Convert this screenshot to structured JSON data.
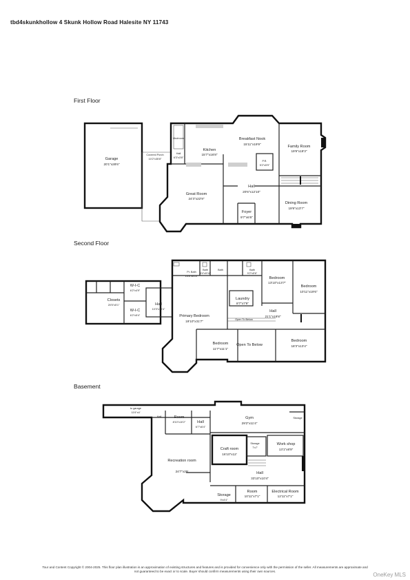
{
  "header": {
    "title": "tbd4skunkhollow  4 Skunk Hollow Road Halesite NY 11743"
  },
  "floors": {
    "first": {
      "label": "First Floor",
      "rooms": [
        {
          "id": "garage",
          "name": "Garage",
          "dims": "20'1\"x28'6\""
        },
        {
          "id": "covered-porch",
          "name": "Covered Porch",
          "dims": "10'2\"x35'8\""
        },
        {
          "id": "mudroom",
          "name": "Mudroom",
          "dims": ""
        },
        {
          "id": "hall-small",
          "name": "Hall",
          "dims": "6'3\"x3'8\""
        },
        {
          "id": "kitchen",
          "name": "Kitchen",
          "dims": "15'7\"x16'8\""
        },
        {
          "id": "breakfast-nook",
          "name": "Breakfast Nook",
          "dims": "15'11\"x19'9\""
        },
        {
          "id": "pr",
          "name": "P.R.",
          "dims": "5'2\"x5'9\""
        },
        {
          "id": "family-room",
          "name": "Family Room",
          "dims": "19'9\"x19'3\""
        },
        {
          "id": "great-room",
          "name": "Great Room",
          "dims": "24'3\"x22'9\""
        },
        {
          "id": "hall",
          "name": "Hall",
          "dims": "20'6\"x12'10\""
        },
        {
          "id": "dining-room",
          "name": "Dining Room",
          "dims": "19'9\"x13'7\""
        },
        {
          "id": "foyer",
          "name": "Foyer",
          "dims": "9'7\"x6'6\""
        }
      ]
    },
    "second": {
      "label": "Second Floor",
      "rooms": [
        {
          "id": "wic-1",
          "name": "W-I-C",
          "dims": "6'2\"x4'9\""
        },
        {
          "id": "closets",
          "name": "Closets",
          "dims": "20'5\"x5'1\""
        },
        {
          "id": "wic-2",
          "name": "W-I-C",
          "dims": "6'2\"x5'4\""
        },
        {
          "id": "hall-2a",
          "name": "Hall",
          "dims": "10'3\"x10'4\""
        },
        {
          "id": "pr-bath",
          "name": "Pr. Bath",
          "dims": "14'8\"x8'10\""
        },
        {
          "id": "bath-a",
          "name": "Bath",
          "dims": "8'4\"x5'11\""
        },
        {
          "id": "bath-b",
          "name": "Bath",
          "dims": ""
        },
        {
          "id": "bath-c",
          "name": "Bath",
          "dims": "9'2\"x5'6\""
        },
        {
          "id": "primary-bedroom",
          "name": "Primary Bedroom",
          "dims": "19'10\"x31'7\""
        },
        {
          "id": "laundry",
          "name": "Laundry",
          "dims": "8'7\"x7'9\""
        },
        {
          "id": "bedroom-1",
          "name": "Bedroom",
          "dims": "13'10\"x13'7\""
        },
        {
          "id": "bedroom-2",
          "name": "Bedroom",
          "dims": "10'11\"x19'6\""
        },
        {
          "id": "hall-2b",
          "name": "Hall",
          "dims": "21'1\"x19'8\""
        },
        {
          "id": "open-below-1",
          "name": "Open To Below",
          "dims": ""
        },
        {
          "id": "bedroom-3",
          "name": "Bedroom",
          "dims": "11'7\"x11'1\""
        },
        {
          "id": "open-below-2",
          "name": "Open To Below",
          "dims": ""
        },
        {
          "id": "bedroom-4",
          "name": "Bedroom",
          "dims": "18'3\"x13'4\""
        }
      ]
    },
    "basement": {
      "label": "Basement",
      "rooms": [
        {
          "id": "to-garage",
          "name": "to garage",
          "dims": "11'6\"x4'"
        },
        {
          "id": "hall-b1",
          "name": "Hall",
          "dims": ""
        },
        {
          "id": "room-b1",
          "name": "Room",
          "dims": "8'10\"x10'2\""
        },
        {
          "id": "hall-b2",
          "name": "Hall",
          "dims": "6'7\"x6'4\""
        },
        {
          "id": "gym",
          "name": "Gym",
          "dims": "29'2\"x11'4\""
        },
        {
          "id": "storage-1",
          "name": "Storage",
          "dims": ""
        },
        {
          "id": "craft-room",
          "name": "Craft room",
          "dims": "16'10\"x12'"
        },
        {
          "id": "storage-2",
          "name": "Storage",
          "dims": "7'x7'"
        },
        {
          "id": "work-shop",
          "name": "Work shop",
          "dims": "13'1\"x8'9\""
        },
        {
          "id": "recreation-room",
          "name": "Recreation room",
          "dims": "24'7\"x29'"
        },
        {
          "id": "hall-b3",
          "name": "Hall",
          "dims": "33'10\"x10'4\""
        },
        {
          "id": "storage-3",
          "name": "Storage",
          "dims": "9'x4'4\""
        },
        {
          "id": "room-b2",
          "name": "Room",
          "dims": "10'11\"x7'1\""
        },
        {
          "id": "electrical-room",
          "name": "Electrical Room",
          "dims": "12'11\"x7'1\""
        }
      ]
    }
  },
  "footer": {
    "line1": "Tour and Content Copyright © 2004-2025. This floor plan illustration is an approximation of existing structures and features and is provided for convenience only with the permission of the seller. All measurements are approximate and",
    "line2": "not guaranteed to be exact or to scale. Buyer should confirm measurements using their own sources.",
    "mls": "OneKey MLS"
  }
}
